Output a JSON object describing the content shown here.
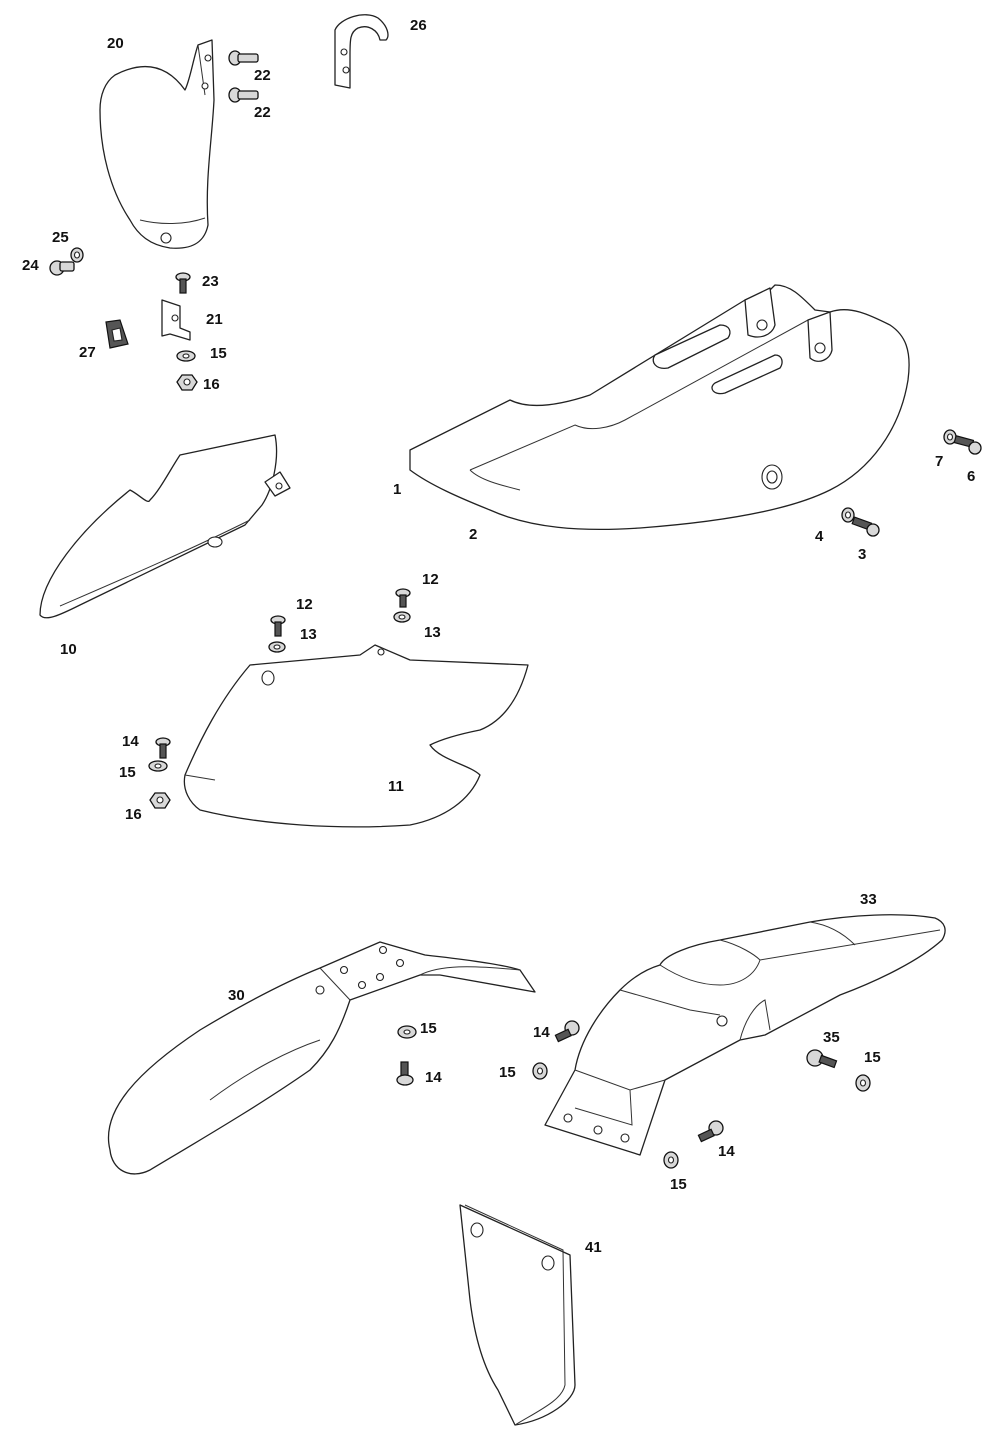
{
  "parts": {
    "p1": "1",
    "p2": "2",
    "p3": "3",
    "p4": "4",
    "p6": "6",
    "p7": "7",
    "p10": "10",
    "p11": "11",
    "p12a": "12",
    "p12b": "12",
    "p13a": "13",
    "p13b": "13",
    "p14a": "14",
    "p14b": "14",
    "p14c": "14",
    "p14d": "14",
    "p15a": "15",
    "p15b": "15",
    "p15c": "15",
    "p15d": "15",
    "p15e": "15",
    "p15f": "15",
    "p16a": "16",
    "p16b": "16",
    "p20": "20",
    "p21": "21",
    "p22a": "22",
    "p22b": "22",
    "p23": "23",
    "p24": "24",
    "p25": "25",
    "p26": "26",
    "p27": "27",
    "p30": "30",
    "p33": "33",
    "p35": "35",
    "p41": "41"
  },
  "colors": {
    "line": "#222222",
    "hardware": "#d8d8d8",
    "background": "#ffffff"
  }
}
